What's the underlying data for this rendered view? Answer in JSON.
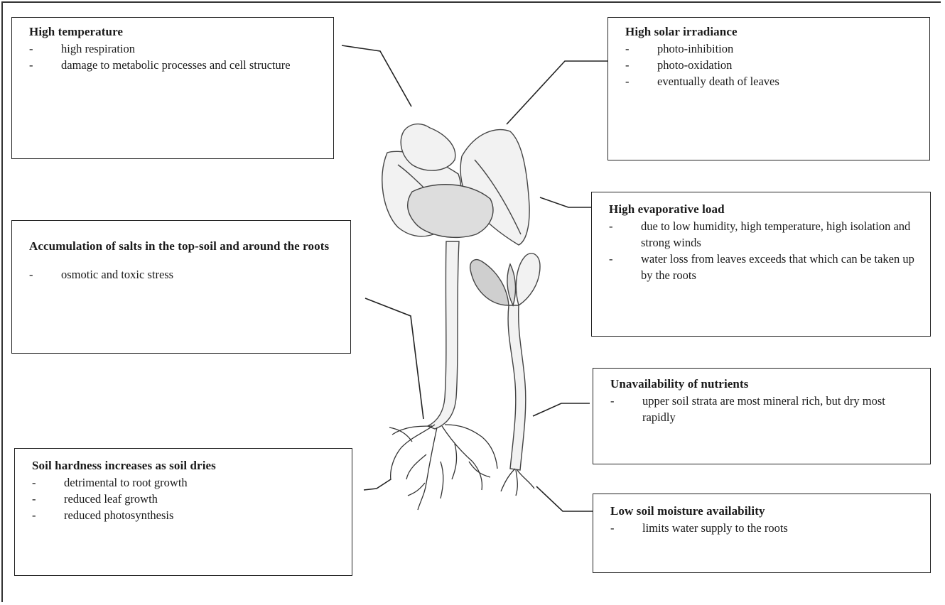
{
  "boxes": {
    "high_temperature": {
      "title": "High temperature",
      "items": [
        "high respiration",
        "damage to metabolic processes and cell structure"
      ]
    },
    "high_solar": {
      "title": "High solar irradiance",
      "items": [
        "photo-inhibition",
        "photo-oxidation",
        "eventually death of leaves"
      ]
    },
    "salts": {
      "title": "Accumulation of salts in the top-soil and around the roots",
      "items": [
        "osmotic and toxic stress"
      ]
    },
    "evaporative": {
      "title": "High evaporative load",
      "items": [
        "due to low humidity, high temperature, high isolation and strong winds",
        "water loss from leaves exceeds that which can be taken up by the roots"
      ]
    },
    "nutrients": {
      "title": "Unavailability of nutrients",
      "items": [
        "upper soil strata are most mineral rich, but dry most rapidly"
      ]
    },
    "soil_hardness": {
      "title": "Soil hardness increases as soil dries",
      "items": [
        "detrimental to root growth",
        "reduced leaf growth",
        "reduced photosynthesis"
      ]
    },
    "soil_moisture": {
      "title": "Low soil moisture availability",
      "items": [
        "limits water supply to the roots"
      ]
    }
  },
  "bullet_char": "-",
  "colors": {
    "line": "#222222",
    "plant_fill": "#eeeeee",
    "plant_stroke": "#444444"
  }
}
